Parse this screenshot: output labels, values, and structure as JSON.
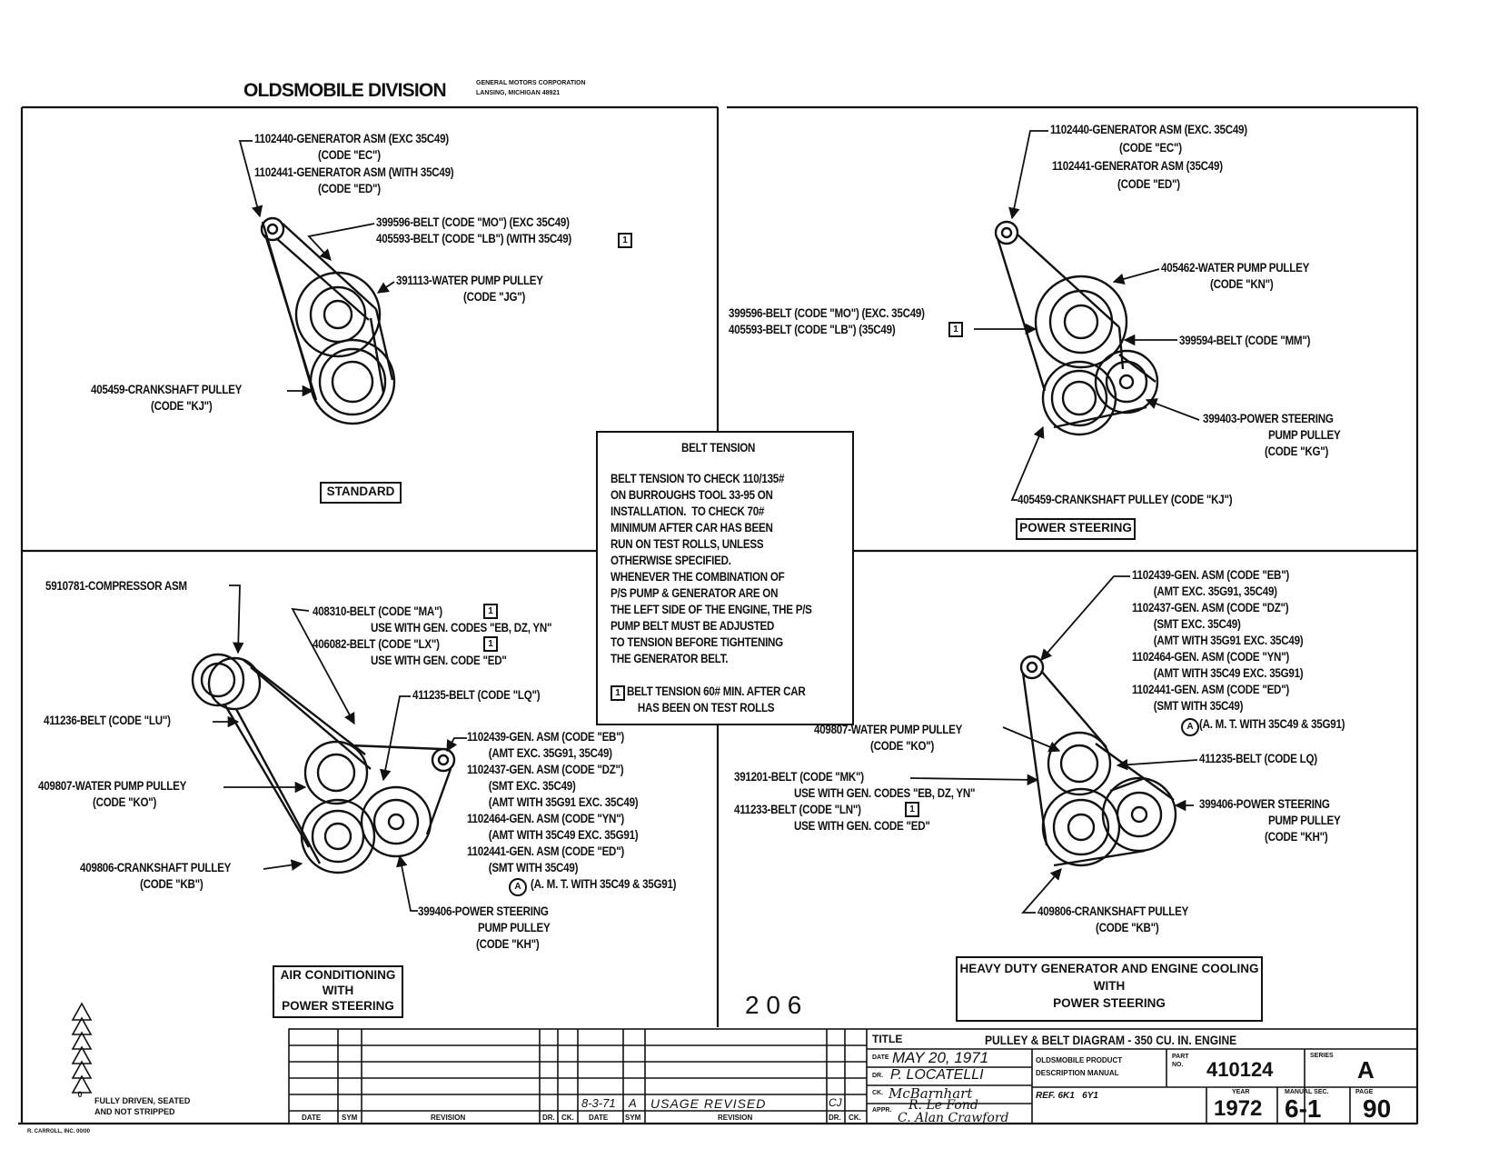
{
  "header": {
    "division": "OLDSMOBILE DIVISION",
    "corp_line1": "GENERAL MOTORS CORPORATION",
    "corp_line2": "LANSING, MICHIGAN 48921"
  },
  "q1": {
    "gen1": "1102440-GENERATOR ASM (EXC 35C49)",
    "gen1_code": "(CODE \"EC\")",
    "gen2": "1102441-GENERATOR ASM (WITH 35C49)",
    "gen2_code": "(CODE \"ED\")",
    "belt1": "399596-BELT (CODE \"MO\") (EXC 35C49)",
    "belt2": "405593-BELT (CODE \"LB\") (WITH 35C49)",
    "wp": "391113-WATER PUMP PULLEY",
    "wp_code": "(CODE \"JG\")",
    "crank": "405459-CRANKSHAFT PULLEY",
    "crank_code": "(CODE \"KJ\")",
    "caption": "STANDARD"
  },
  "q2": {
    "gen1": "1102440-GENERATOR ASM (EXC. 35C49)",
    "gen1_code": "(CODE \"EC\")",
    "gen2": "1102441-GENERATOR ASM (35C49)",
    "gen2_code": "(CODE \"ED\")",
    "wp": "405462-WATER PUMP PULLEY",
    "wp_code": "(CODE \"KN\")",
    "belt1": "399596-BELT (CODE \"MO\") (EXC. 35C49)",
    "belt2": "405593-BELT (CODE \"LB\") (35C49)",
    "belt3": "399594-BELT (CODE \"MM\")",
    "ps": "399403-POWER STEERING",
    "ps2": "PUMP PULLEY",
    "ps_code": "(CODE \"KG\")",
    "crank": "405459-CRANKSHAFT PULLEY (CODE \"KJ\")",
    "caption": "POWER STEERING"
  },
  "tension": {
    "title": "BELT TENSION",
    "body": "BELT TENSION TO CHECK 110/135#\nON BURROUGHS TOOL 33-95 ON\nINSTALLATION.  TO CHECK 70#\nMINIMUM AFTER CAR HAS BEEN\nRUN ON TEST ROLLS, UNLESS\nOTHERWISE SPECIFIED.\nWHENEVER THE COMBINATION OF\nP/S PUMP & GENERATOR ARE ON\nTHE LEFT SIDE OF THE ENGINE, THE P/S\nPUMP BELT MUST BE ADJUSTED\nTO TENSION BEFORE TIGHTENING\nTHE GENERATOR BELT.",
    "note": "BELT TENSION 60# MIN. AFTER CAR\n    HAS BEEN ON TEST ROLLS"
  },
  "q3": {
    "comp": "5910781-COMPRESSOR ASM",
    "belt1": "408310-BELT (CODE \"MA\")",
    "belt1_use": "USE WITH GEN. CODES \"EB, DZ, YN\"",
    "belt2": "406082-BELT (CODE \"LX\")",
    "belt2_use": "USE WITH GEN. CODE \"ED\"",
    "belt3": "411235-BELT (CODE \"LQ\")",
    "belt4": "411236-BELT (CODE \"LU\")",
    "wp": "409807-WATER PUMP PULLEY",
    "wp_code": "(CODE \"KO\")",
    "crank": "409806-CRANKSHAFT PULLEY",
    "crank_code": "(CODE \"KB\")",
    "gen_list": "1102439-GEN. ASM (CODE \"EB\")\n        (AMT EXC. 35G91, 35C49)\n1102437-GEN. ASM (CODE \"DZ\")\n        (SMT EXC. 35C49)\n        (AMT WITH 35G91 EXC. 35C49)\n1102464-GEN. ASM (CODE \"YN\")\n        (AMT WITH 35C49 EXC. 35G91)\n1102441-GEN. ASM (CODE \"ED\")\n        (SMT WITH 35C49)",
    "gen_note": "(A. M. T. WITH 35C49 & 35G91)",
    "ps": "399406-POWER STEERING",
    "ps2": "PUMP PULLEY",
    "ps_code": "(CODE \"KH\")",
    "caption": "AIR CONDITIONING\nWITH\nPOWER STEERING"
  },
  "q4": {
    "gen_list": "1102439-GEN. ASM (CODE \"EB\")\n        (AMT EXC. 35G91, 35C49)\n1102437-GEN. ASM (CODE \"DZ\")\n        (SMT EXC. 35C49)\n        (AMT WITH 35G91 EXC. 35C49)\n1102464-GEN. ASM (CODE \"YN\")\n        (AMT WITH 35C49 EXC. 35G91)\n1102441-GEN. ASM (CODE \"ED\")\n        (SMT WITH 35C49)",
    "gen_note": "(A. M. T. WITH 35C49 & 35G91)",
    "wp": "409807-WATER PUMP PULLEY",
    "wp_code": "(CODE \"KO\")",
    "belt1": "391201-BELT (CODE \"MK\")",
    "belt1_use": "USE WITH GEN. CODES \"EB, DZ, YN\"",
    "belt2": "411233-BELT (CODE \"LN\")",
    "belt2_use": "USE WITH GEN. CODE \"ED\"",
    "belt3": "411235-BELT (CODE LQ)",
    "ps": "399406-POWER STEERING",
    "ps2": "PUMP PULLEY",
    "ps_code": "(CODE \"KH\")",
    "crank": "409806-CRANKSHAFT PULLEY",
    "crank_code": "(CODE \"KB\")",
    "caption": "HEAVY DUTY GENERATOR AND ENGINE COOLING\nWITH\nPOWER STEERING"
  },
  "note_marker": "1",
  "circle_marker": "A",
  "page_number": "2 0 6",
  "legend": {
    "fully_driven": "FULLY DRIVEN, SEATED",
    "not_stripped": "AND NOT STRIPPED",
    "marker": "0",
    "printer": "R. CARROLL, INC. 00/00"
  },
  "revision": {
    "headers": [
      "DATE",
      "SYM",
      "REVISION",
      "DR.",
      "CK.",
      "DATE",
      "SYM",
      "REVISION",
      "DR.",
      "CK."
    ],
    "entry_date": "8-3-71",
    "entry_sym": "A",
    "entry_text": "USAGE REVISED",
    "entry_dr": "CJ"
  },
  "titleblock": {
    "title_label": "TITLE",
    "title": "PULLEY & BELT DIAGRAM - 350 CU. IN. ENGINE",
    "date_label": "DATE",
    "date": "MAY 20, 1971",
    "dr_label": "DR.",
    "dr": "P. LOCATELLI",
    "ck_label": "CK.",
    "ck": "McBarnhart",
    "appr_label": "APPR.",
    "appr1": "R. Le Fond",
    "appr2": "C. Alan Crawford",
    "product1": "OLDSMOBILE PRODUCT",
    "product2": "DESCRIPTION MANUAL",
    "ref": "REF. 6K1   6Y1",
    "part_label": "PART\nNO.",
    "part_no": "410124",
    "series_label": "SERIES",
    "series": "A",
    "year_label": "YEAR",
    "year": "1972",
    "manual_label": "MANUAL SEC.",
    "manual": "6-1",
    "page_label": "PAGE",
    "page": "90"
  }
}
